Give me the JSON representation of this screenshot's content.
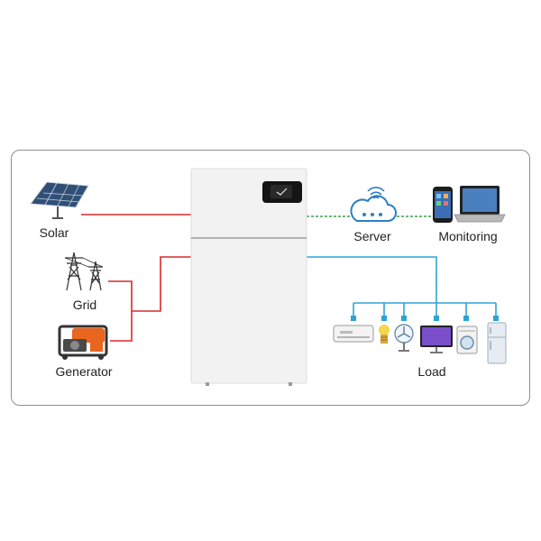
{
  "labels": {
    "solar": "Solar",
    "grid": "Grid",
    "generator": "Generator",
    "server": "Server",
    "monitoring": "Monitoring",
    "load": "Load"
  },
  "colors": {
    "frame": "#8e8e8e",
    "power_line": "#d82a2a",
    "data_line": "#3aa24a",
    "load_line": "#2ea3d6",
    "server_icon": "#2f7fc1"
  }
}
